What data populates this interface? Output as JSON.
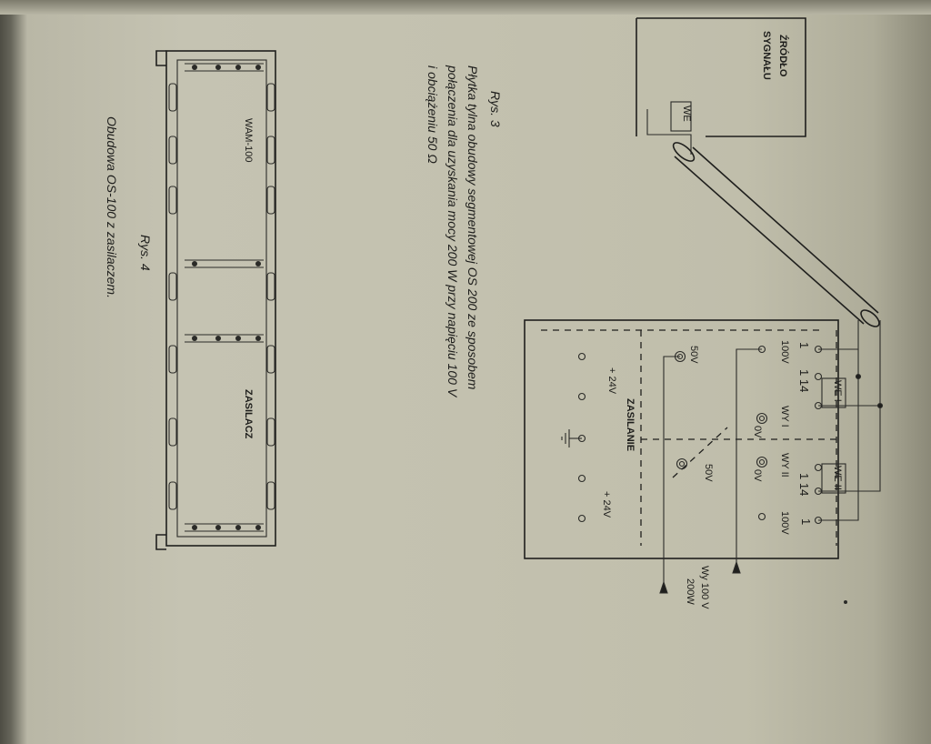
{
  "fig3": {
    "title": "Rys. 3",
    "caption_line1": "Płytka tylna obudowy segmentowej OS 200 ze sposobem",
    "caption_line2": "połączenia dla uzyskania mocy 200 W przy napięciu 100 V",
    "caption_line3": "i obciążeniu 50 Ω"
  },
  "fig4": {
    "title": "Rys. 4",
    "caption": "Obudowa OS-100 z zasilaczem.",
    "module_top": "WAM-100",
    "module_bottom": "ZASILACZ"
  },
  "diagram": {
    "source_label_1": "ŹRÓDŁO",
    "source_label_2": "SYGNAŁU",
    "input_box": "WE",
    "we1": "WE I",
    "we2": "WE II",
    "pin1": "1",
    "pin1b": "1",
    "pin14a": "1 14",
    "pin14b": "1 14",
    "out1": "WY I",
    "out2": "WY II",
    "v100a": "100V",
    "v100b": "100V",
    "v0a": "0V",
    "v0b": "0V",
    "v50a": "50V",
    "v50b": "50V",
    "supply": "ZASILANIE",
    "plus24a": "+ 24V",
    "plus24b": "+ 24V",
    "output_label_1": "Wy 100 V",
    "output_label_2": "200W"
  }
}
